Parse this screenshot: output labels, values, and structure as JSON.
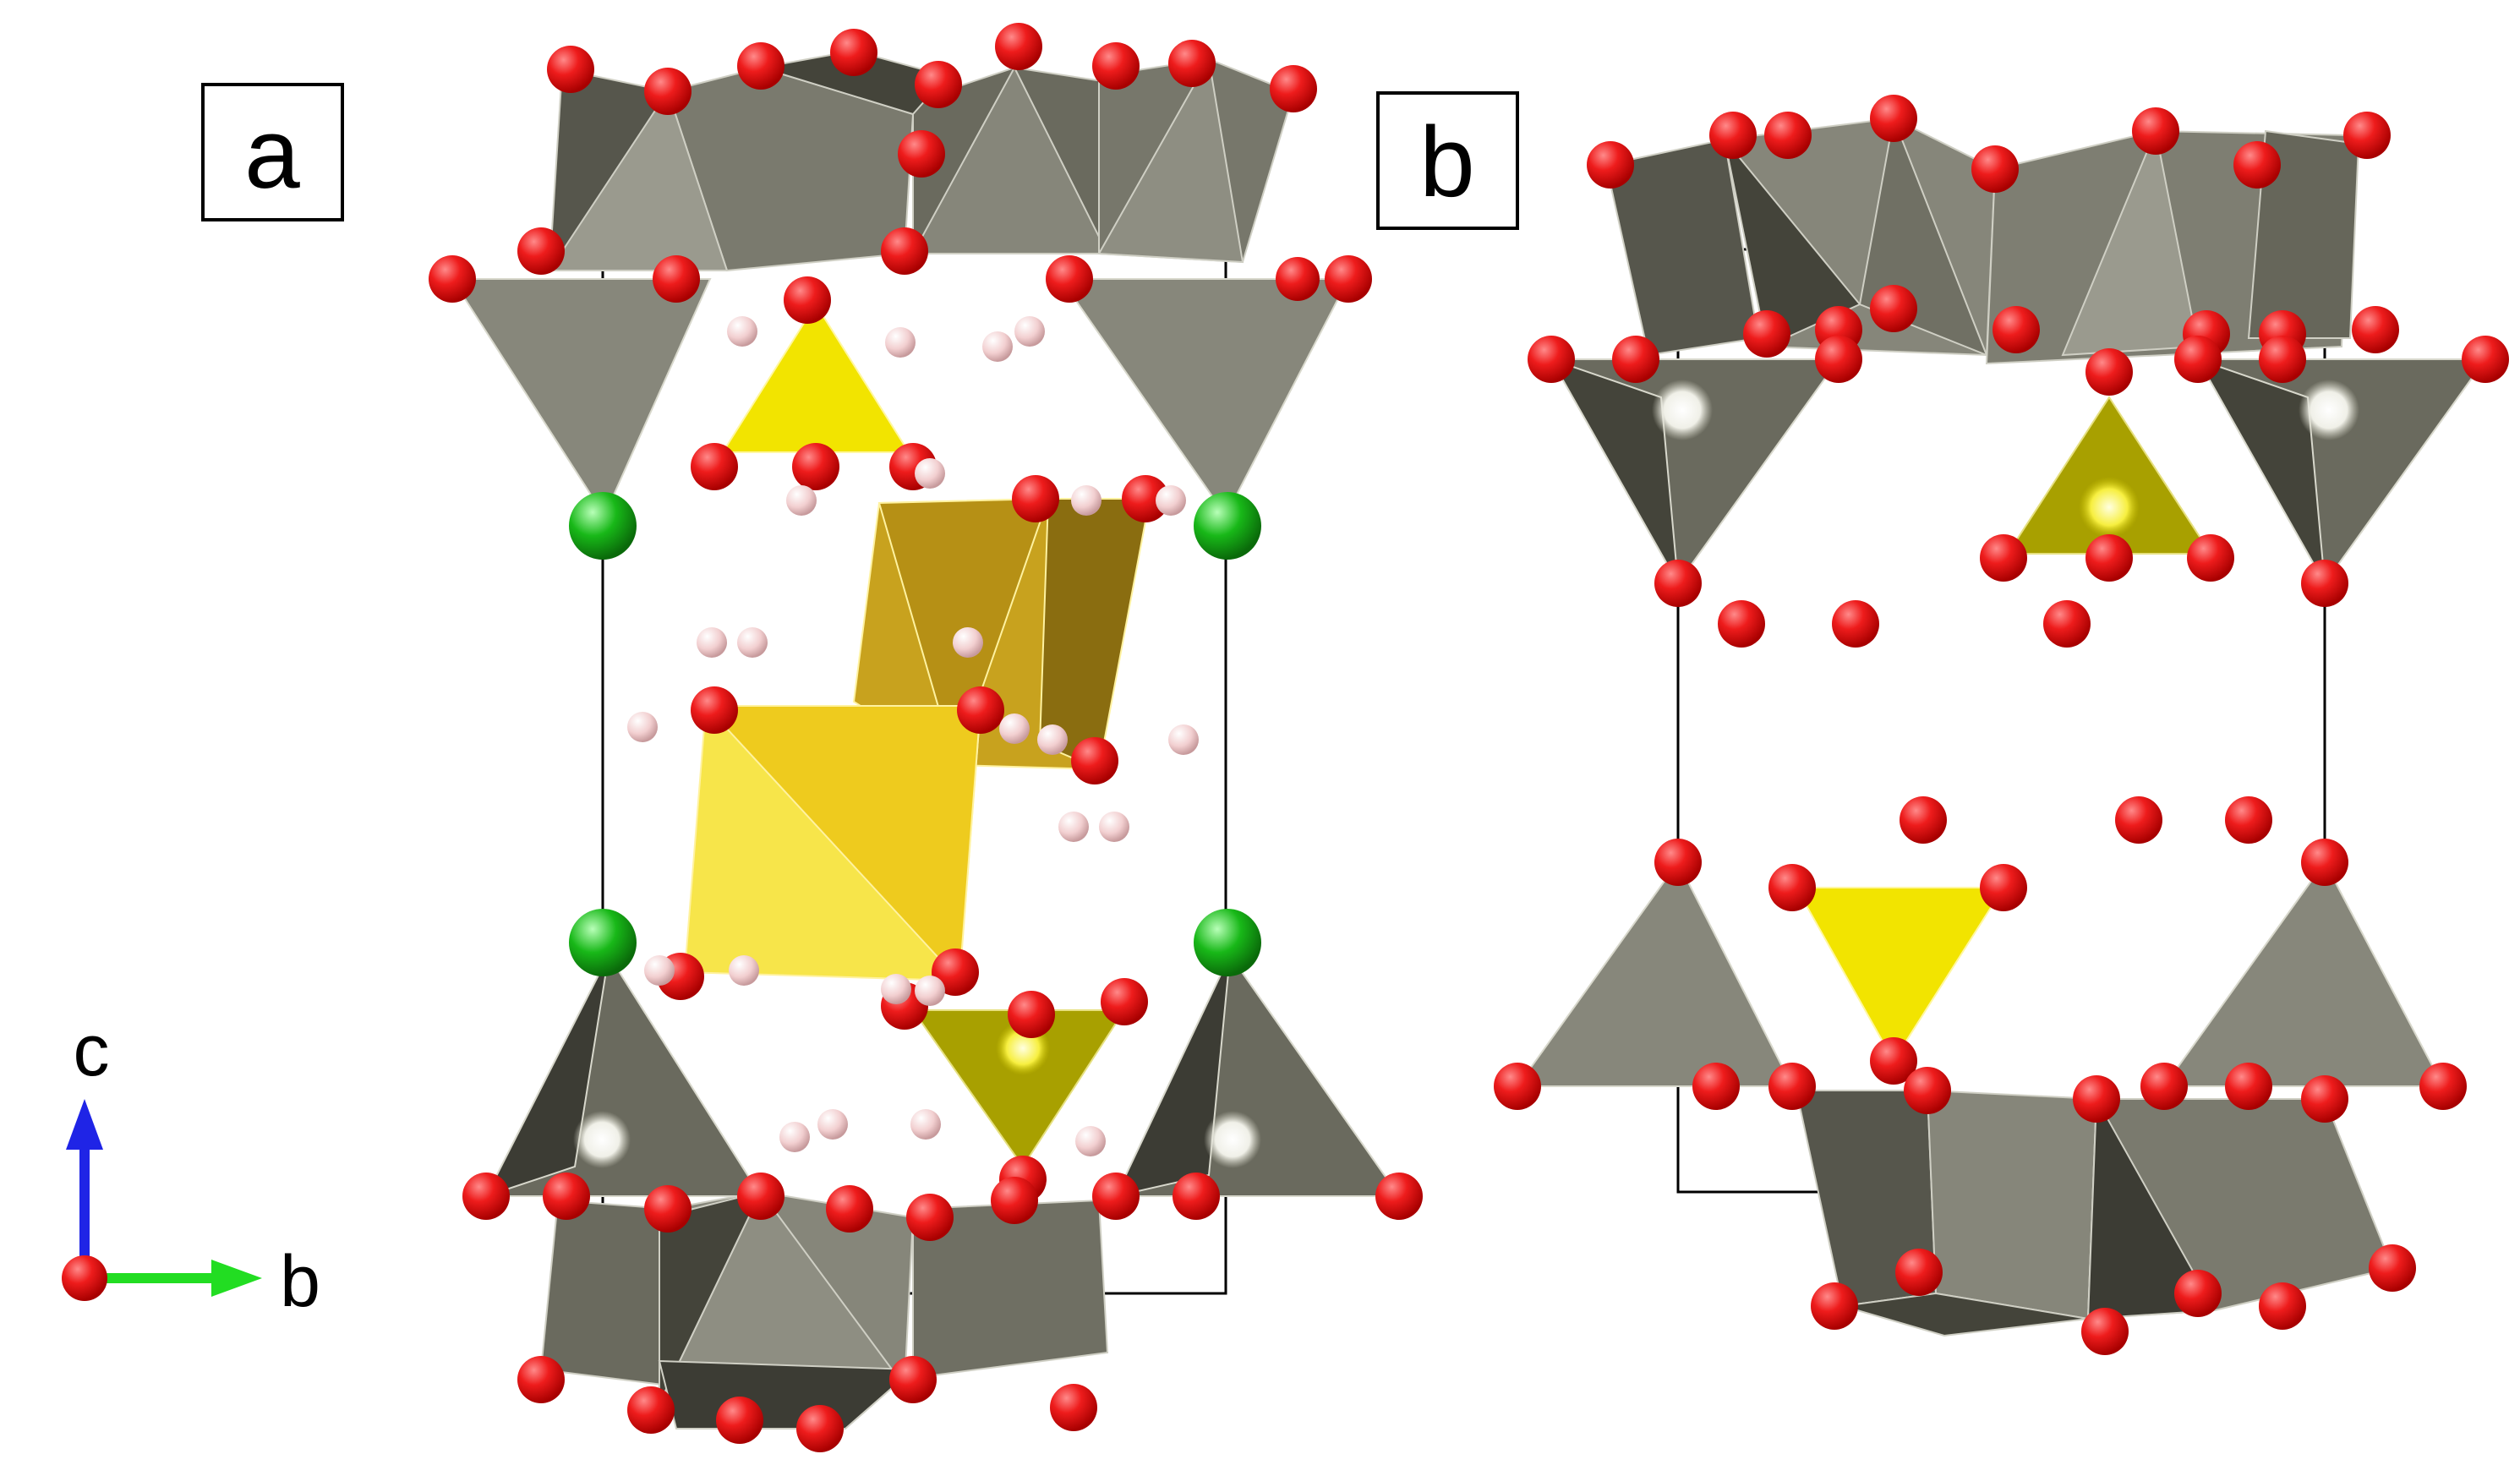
{
  "panels": [
    {
      "id": "a",
      "label": "a"
    },
    {
      "id": "b",
      "label": "b"
    }
  ],
  "axes": {
    "vertical": "c",
    "horizontal": "b"
  },
  "colors": {
    "oxygen": "#e8101a",
    "hydrogen": "#f2cfd0",
    "green_atom": "#18b818",
    "gray_polyhedron": "#87877b",
    "gray_polyhedron_dark": "#56564c",
    "yellow_polyhedron": "#f5e60a",
    "gold_polyhedron": "#c8a21e",
    "olive_polyhedron": "#a8a000",
    "axis_c": "#1f24e6",
    "axis_b": "#22dd22",
    "axis_origin": "#e8101a",
    "cell_edge": "#000000"
  }
}
